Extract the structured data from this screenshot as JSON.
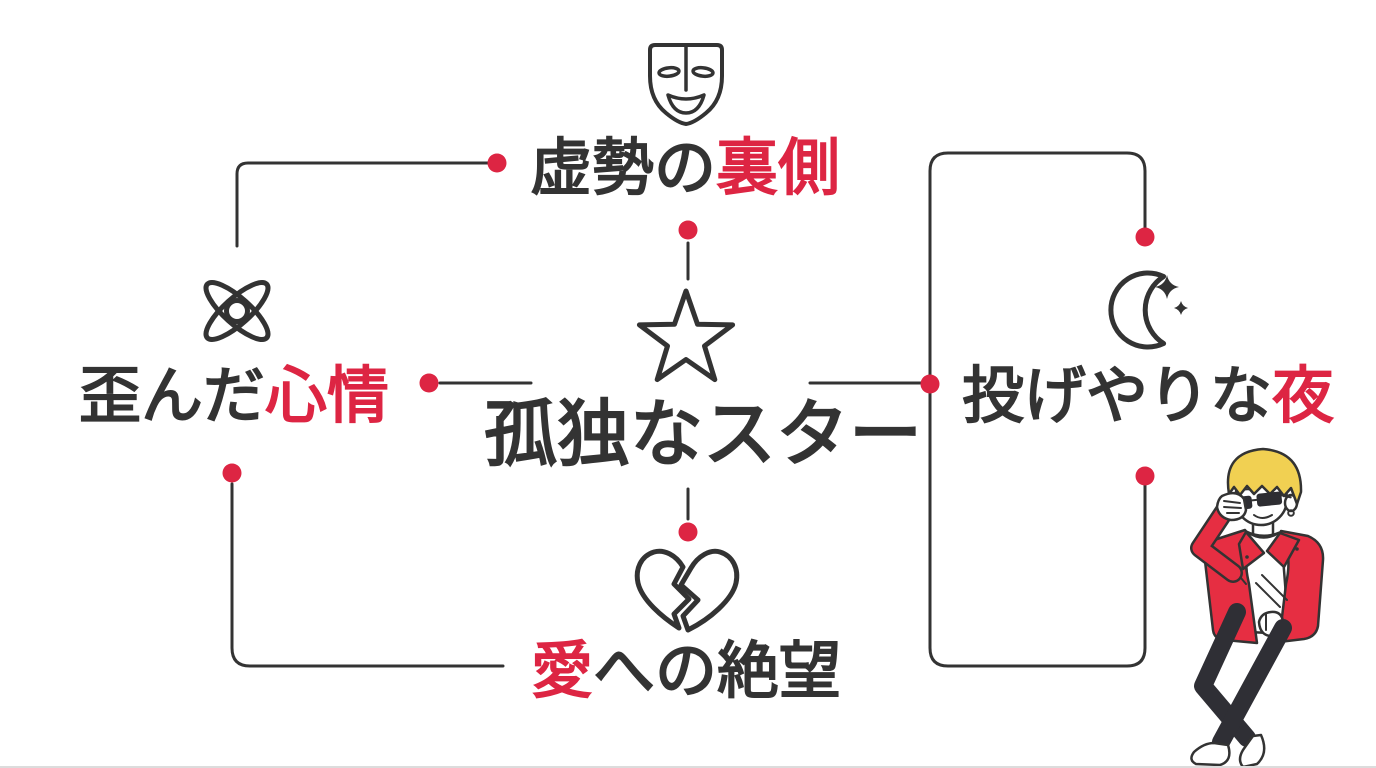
{
  "colors": {
    "background": "#ffffff",
    "accent_red": "#dd2543",
    "text_dark": "#333333",
    "hair_yellow": "#f1d052",
    "jacket_red": "#e62e42",
    "pants_dark": "#2f2f35"
  },
  "diagram": {
    "center": {
      "icon": "star-icon",
      "label": "孤独なスター"
    },
    "nodes": {
      "top": {
        "icon": "mask-icon",
        "segments": [
          {
            "text": "虚勢の",
            "color": "dark"
          },
          {
            "text": "裏側",
            "color": "red"
          }
        ]
      },
      "left": {
        "icon": "tangle-icon",
        "segments": [
          {
            "text": "歪んだ",
            "color": "dark"
          },
          {
            "text": "心情",
            "color": "red"
          }
        ]
      },
      "right": {
        "icon": "moon-icon",
        "segments": [
          {
            "text": "投げやりな",
            "color": "dark"
          },
          {
            "text": "夜",
            "color": "red"
          }
        ]
      },
      "bottom": {
        "icon": "broken-heart-icon",
        "segments": [
          {
            "text": "愛",
            "color": "red"
          },
          {
            "text": "への絶望",
            "color": "dark"
          }
        ]
      }
    },
    "illustration": "rocker-character"
  }
}
